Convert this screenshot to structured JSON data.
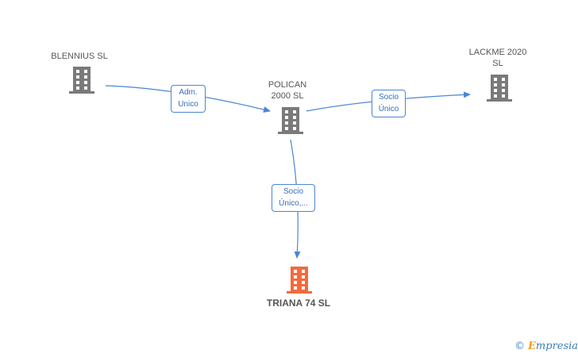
{
  "nodes": {
    "blennius": {
      "name": "BLENNIUS SL",
      "icon": "building-icon",
      "color": "#7a7a7a"
    },
    "polican": {
      "name": "POLICAN\n2000 SL",
      "icon": "building-icon",
      "color": "#7a7a7a"
    },
    "lackme": {
      "name": "LACKME 2020\nSL",
      "icon": "building-icon",
      "color": "#7a7a7a"
    },
    "triana": {
      "name": "TRIANA 74 SL",
      "icon": "building-icon",
      "color": "#f26a3d"
    }
  },
  "edges": {
    "blennius_polican": {
      "label": "Adm.\nUnico"
    },
    "polican_lackme": {
      "label": "Socio\nÚnico"
    },
    "polican_triana": {
      "label": "Socio\nÚnico,..."
    }
  },
  "footer": {
    "copyright": "©",
    "brand_first": "E",
    "brand_rest": "mpresia"
  },
  "colors": {
    "edge": "#4a86d4",
    "node": "#7a7a7a",
    "highlight": "#f26a3d"
  }
}
